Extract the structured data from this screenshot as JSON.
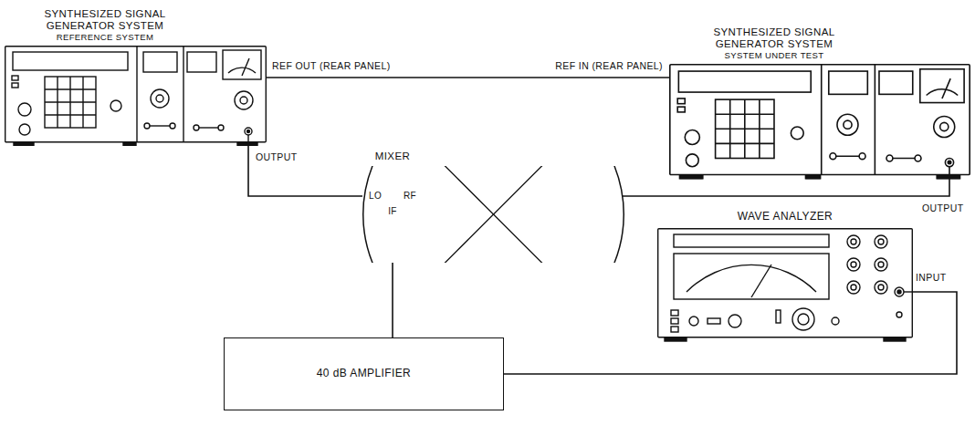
{
  "diagram": {
    "nodes": [
      {
        "text": [
          "SYNTHESIZED SIGNAL GENERATOR SYSTEM",
          "REFERENCE SYSTEM"
        ]
      },
      {
        "text": [
          "SYNTHESIZED SIGNAL GENERATOR SYSTEM",
          "SYSTEM UNDER TEST"
        ]
      },
      {
        "text": [
          "MIXER",
          "LO",
          "RF",
          "IF"
        ]
      },
      {
        "text": [
          "WAVE ANALYZER"
        ]
      },
      {
        "text": [
          "40 dB AMPLIFIER"
        ]
      }
    ],
    "edges": [
      {
        "from": 0,
        "to": 1,
        "arrow": "none"
      },
      {
        "from": 0,
        "to": 2,
        "arrow": "none"
      },
      {
        "from": 1,
        "to": 2,
        "arrow": "none"
      },
      {
        "from": 2,
        "to": 4,
        "arrow": "none"
      },
      {
        "from": 4,
        "to": 3,
        "arrow": "none"
      }
    ],
    "labels": [
      "REF OUT (REAR PANEL)",
      "REF IN (REAR PANEL)",
      "OUTPUT",
      "OUTPUT",
      "INPUT"
    ]
  }
}
